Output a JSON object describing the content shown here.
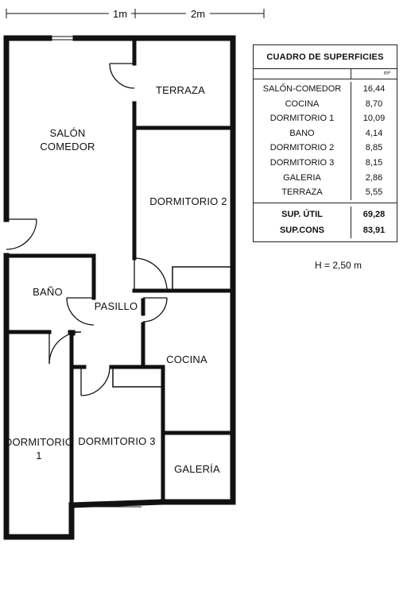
{
  "scale_bar": {
    "label_1": "1m",
    "label_2": "2m"
  },
  "rooms": {
    "salon_comedor_line1": "SALÓN",
    "salon_comedor_line2": "COMEDOR",
    "terraza": "TERRAZA",
    "dormitorio_2": "DORMITORIO 2",
    "bano": "BAÑO",
    "pasillo": "PASILLO",
    "cocina": "COCINA",
    "dormitorio_1_line1": "DORMITORIO",
    "dormitorio_1_line2": "1",
    "dormitorio_3": "DORMITORIO 3",
    "galeria": "GALERÍA"
  },
  "area_table": {
    "title": "CUADRO DE SUPERFICIES",
    "unit": "m²",
    "rows": [
      {
        "name": "SALŐN-COMEDOR",
        "value": "16,44"
      },
      {
        "name": "COCINA",
        "value": "8,70"
      },
      {
        "name": "DORMITORIO 1",
        "value": "10,09"
      },
      {
        "name": "BANO",
        "value": "4,14"
      },
      {
        "name": "DORMITORIO 2",
        "value": "8,85"
      },
      {
        "name": "DORMITORIO 3",
        "value": "8,15"
      },
      {
        "name": "GALERIA",
        "value": "2,86"
      },
      {
        "name": "TERRAZA",
        "value": "5,55"
      }
    ],
    "totals": [
      {
        "name": "SUP. ÚTIL",
        "value": "69,28"
      },
      {
        "name": "SUP.CONS",
        "value": "83,91"
      }
    ]
  },
  "height_note": "H = 2,50 m"
}
